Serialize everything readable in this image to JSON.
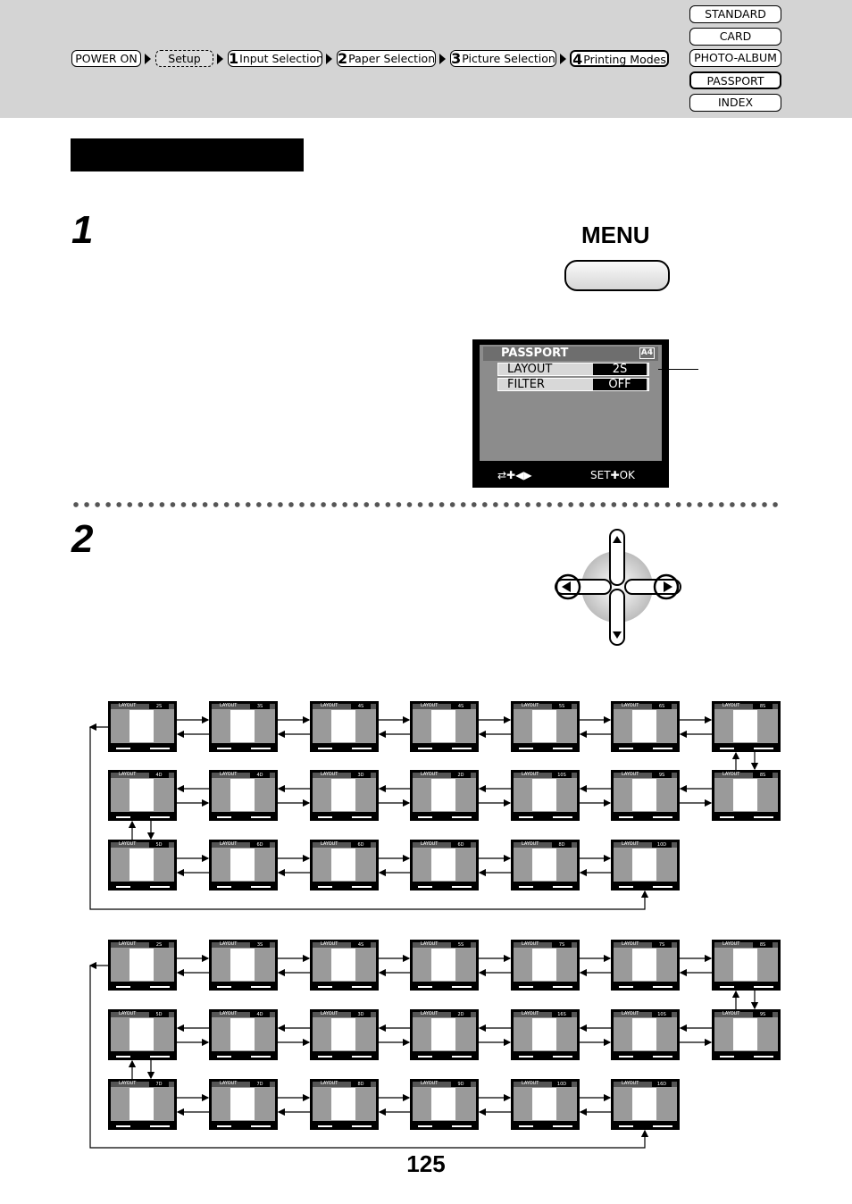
{
  "breadcrumb": {
    "items": [
      {
        "num": "",
        "label": "POWER ON"
      },
      {
        "num": "",
        "label": "Setup"
      },
      {
        "num": "1",
        "label": "Input Selection"
      },
      {
        "num": "2",
        "label": "Paper Selection"
      },
      {
        "num": "3",
        "label": "Picture Selection"
      },
      {
        "num": "4",
        "label": "Printing Modes"
      }
    ]
  },
  "modes": [
    "STANDARD",
    "CARD",
    "PHOTO-ALBUM",
    "PASSPORT",
    "INDEX"
  ],
  "steps": {
    "step1": "1",
    "step2": "2"
  },
  "menu_button": {
    "label": "MENU"
  },
  "lcd": {
    "title": "PASSPORT",
    "paper": "A4",
    "rows": [
      {
        "label": "LAYOUT",
        "value": "2S"
      },
      {
        "label": "FILTER",
        "value": "OFF"
      }
    ],
    "footer_left": "⇄✚◀▶",
    "footer_right": "SET✚OK"
  },
  "thumb_label": "LAYOUT",
  "layouts_group1": [
    [
      "2S",
      "3S",
      "4S",
      "4S",
      "5S",
      "6S",
      "8S"
    ],
    [
      "4D",
      "4D",
      "3D",
      "2D",
      "10S",
      "9S",
      "8S"
    ],
    [
      "5D",
      "6D",
      "6D",
      "6D",
      "8D",
      "10D"
    ]
  ],
  "layouts_group2": [
    [
      "2S",
      "3S",
      "4S",
      "5S",
      "7S",
      "7S",
      "8S"
    ],
    [
      "5D",
      "4D",
      "3D",
      "2D",
      "16S",
      "10S",
      "9S"
    ],
    [
      "7D",
      "7D",
      "8D",
      "9D",
      "10D",
      "16D"
    ]
  ],
  "page_number": "125"
}
